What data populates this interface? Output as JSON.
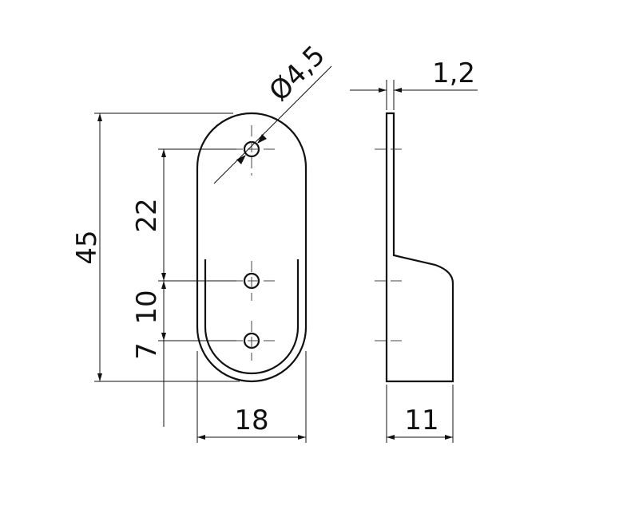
{
  "drawing": {
    "dimensions": {
      "hole_diameter": "Ø4,5",
      "thickness": "1,2",
      "total_height": "45",
      "hole_spacing_top": "22",
      "hole_spacing_bottom": "10",
      "bottom_offset": "7",
      "width": "18",
      "depth": "11"
    },
    "line_color": "#111111"
  }
}
